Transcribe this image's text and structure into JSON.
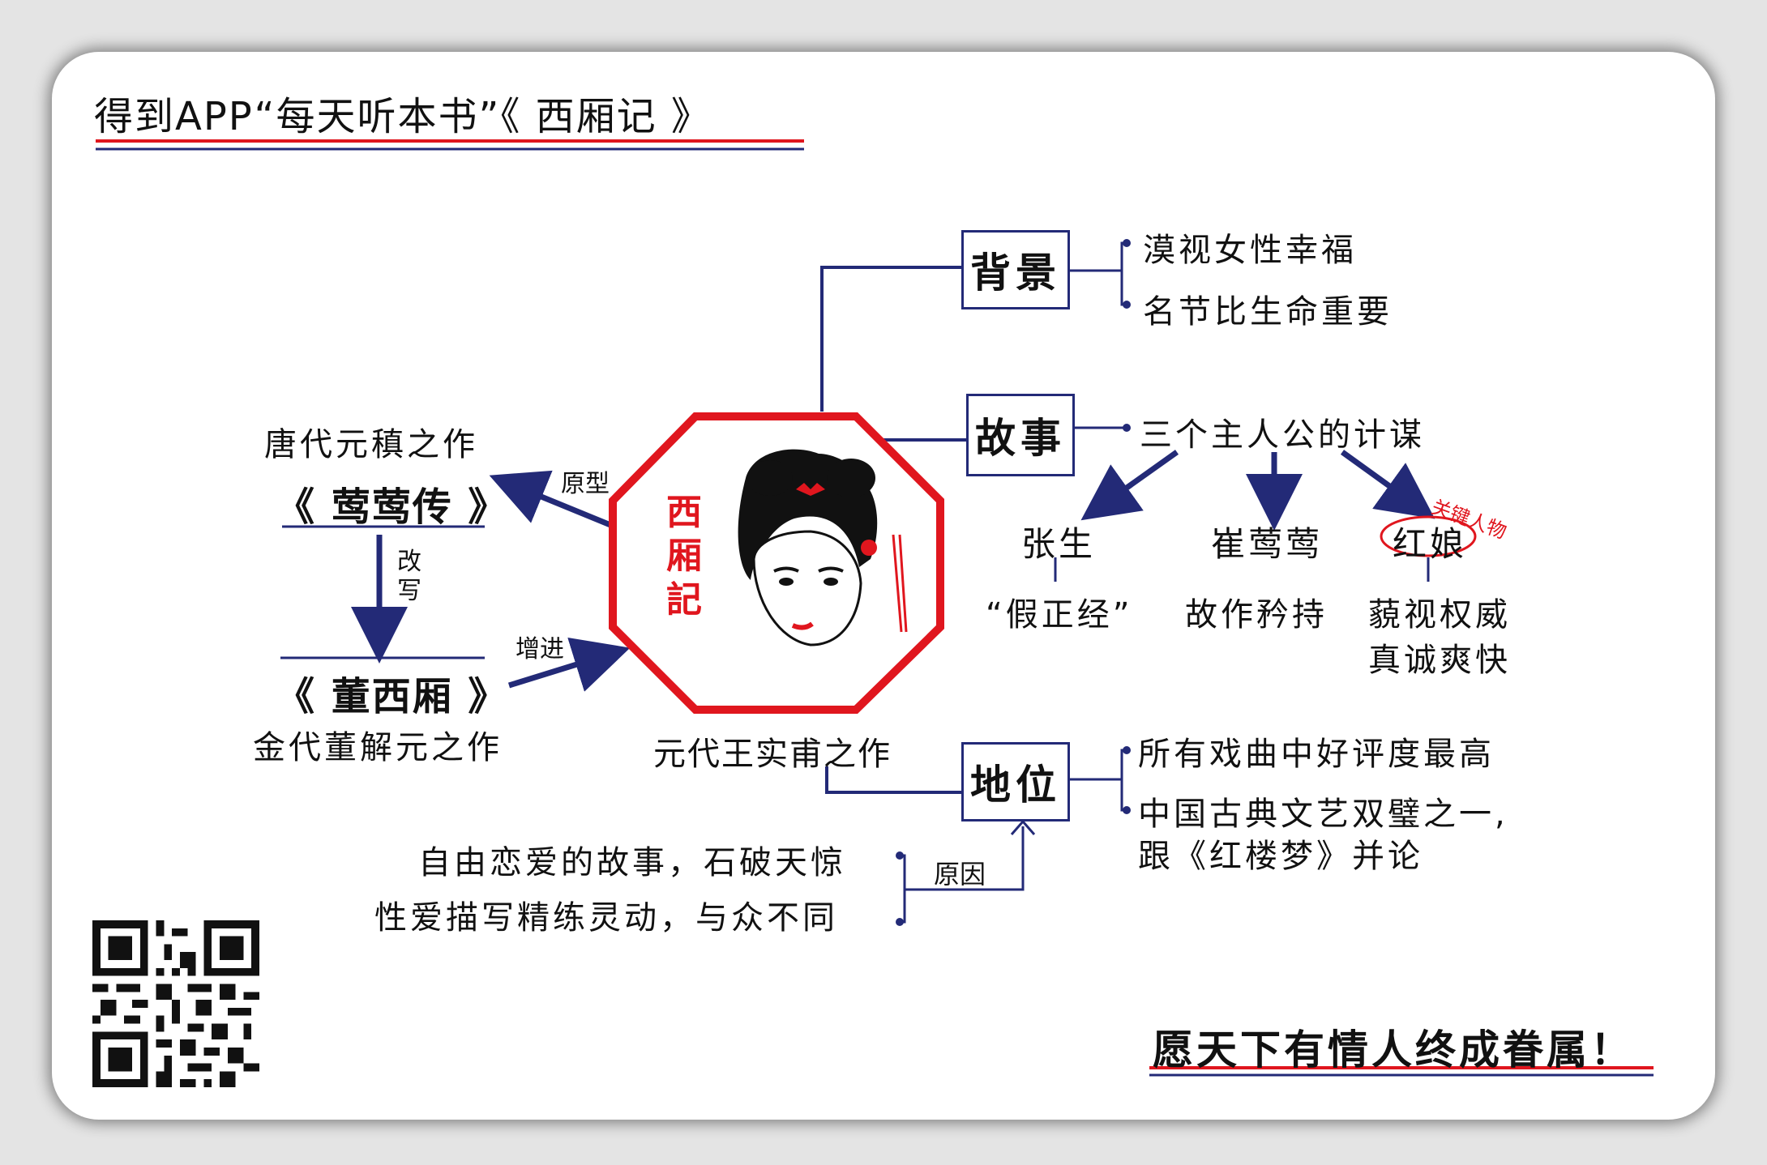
{
  "header": {
    "title": "得到APP“每天听本书”《 西厢记 》"
  },
  "center": {
    "seal_text": "西厢記",
    "caption": "元代王实甫之作"
  },
  "left": {
    "origin_caption": "唐代元稹之作",
    "origin_book": "《 莺莺传 》",
    "link_prototype": "原型",
    "link_rewrite": "改写",
    "derived_book": "《 董西厢 》",
    "derived_caption": "金代董解元之作",
    "link_promote": "增进"
  },
  "branches": {
    "background": {
      "label": "背景",
      "points": [
        "漠视女性幸福",
        "名节比生命重要"
      ]
    },
    "story": {
      "label": "故事",
      "summary": "三个主人公的计谋",
      "characters": [
        {
          "name": "张生",
          "traits": [
            "“假正经”"
          ]
        },
        {
          "name": "崔莺莺",
          "traits": [
            "故作矜持"
          ]
        },
        {
          "name": "红娘",
          "traits": [
            "藐视权威",
            "真诚爽快"
          ],
          "note": "关键人物"
        }
      ]
    },
    "status": {
      "label": "地位",
      "points": [
        "所有戏曲中好评度最高",
        "中国古典文艺双璧之一,",
        "跟《红楼梦》并论"
      ],
      "reason_label": "原因",
      "reasons": [
        "自由恋爱的故事，石破天惊",
        "性爱描写精练灵动，与众不同"
      ]
    }
  },
  "footer": {
    "slogan": "愿天下有情人终成眷属！"
  },
  "colors": {
    "navy": "#232a77",
    "red": "#e0161e",
    "text": "#111111"
  }
}
